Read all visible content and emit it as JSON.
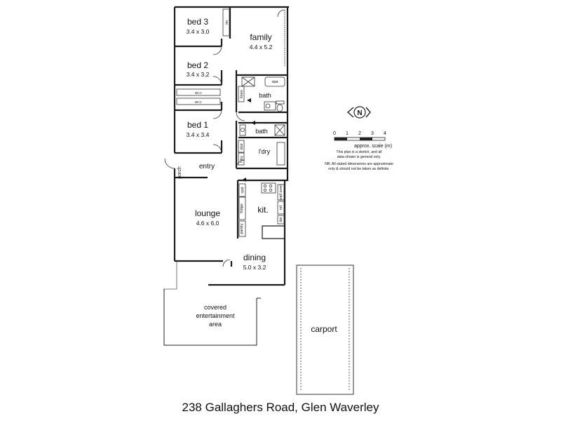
{
  "rooms": {
    "bed3": {
      "name": "bed 3",
      "dim": "3.4 x 3.0"
    },
    "family": {
      "name": "family",
      "dim": "4.4 x 5.2"
    },
    "bed2": {
      "name": "bed 2",
      "dim": "3.4 x 3.2"
    },
    "bed1": {
      "name": "bed 1",
      "dim": "3.4 x 3.4"
    },
    "bath_upper": {
      "name": "bath"
    },
    "bath_lower": {
      "name": "bath"
    },
    "laundry": {
      "name": "l'dry"
    },
    "entry": {
      "name": "entry"
    },
    "porch": {
      "name": "porch"
    },
    "lounge": {
      "name": "lounge",
      "dim": "4.6 x 6.0"
    },
    "kitchen": {
      "name": "kit."
    },
    "dining": {
      "name": "dining",
      "dim": "5.0 x 3.2"
    },
    "covered_area": {
      "line1": "covered",
      "line2": "entertainment",
      "line3": "area"
    },
    "carport": {
      "name": "carport"
    }
  },
  "fixtures": {
    "spa": "spa",
    "wir1": "w.i.r",
    "wir2": "w.i.r",
    "linen": "linen",
    "ldry_cupboard": "l'dry",
    "pantry": "pantry",
    "fridge": "fridge",
    "wall_oven": "wall oven",
    "ref": "ref",
    "dw": "dw",
    "stor": "stor",
    "lin": "lin",
    "cpd": "cpd"
  },
  "scale": {
    "ticks": [
      "0",
      "1",
      "2",
      "3",
      "4"
    ],
    "label": "approx. scale (m)",
    "note_line1": "This plan is a sketch, and all",
    "note_line2": "data shown is general only.",
    "nb_line1": "NB: All stated dimensions are approximate",
    "nb_line2": "only & should not be taken as definite."
  },
  "compass": {
    "letter": "N"
  },
  "address": "238 Gallaghers Road, Glen Waverley"
}
